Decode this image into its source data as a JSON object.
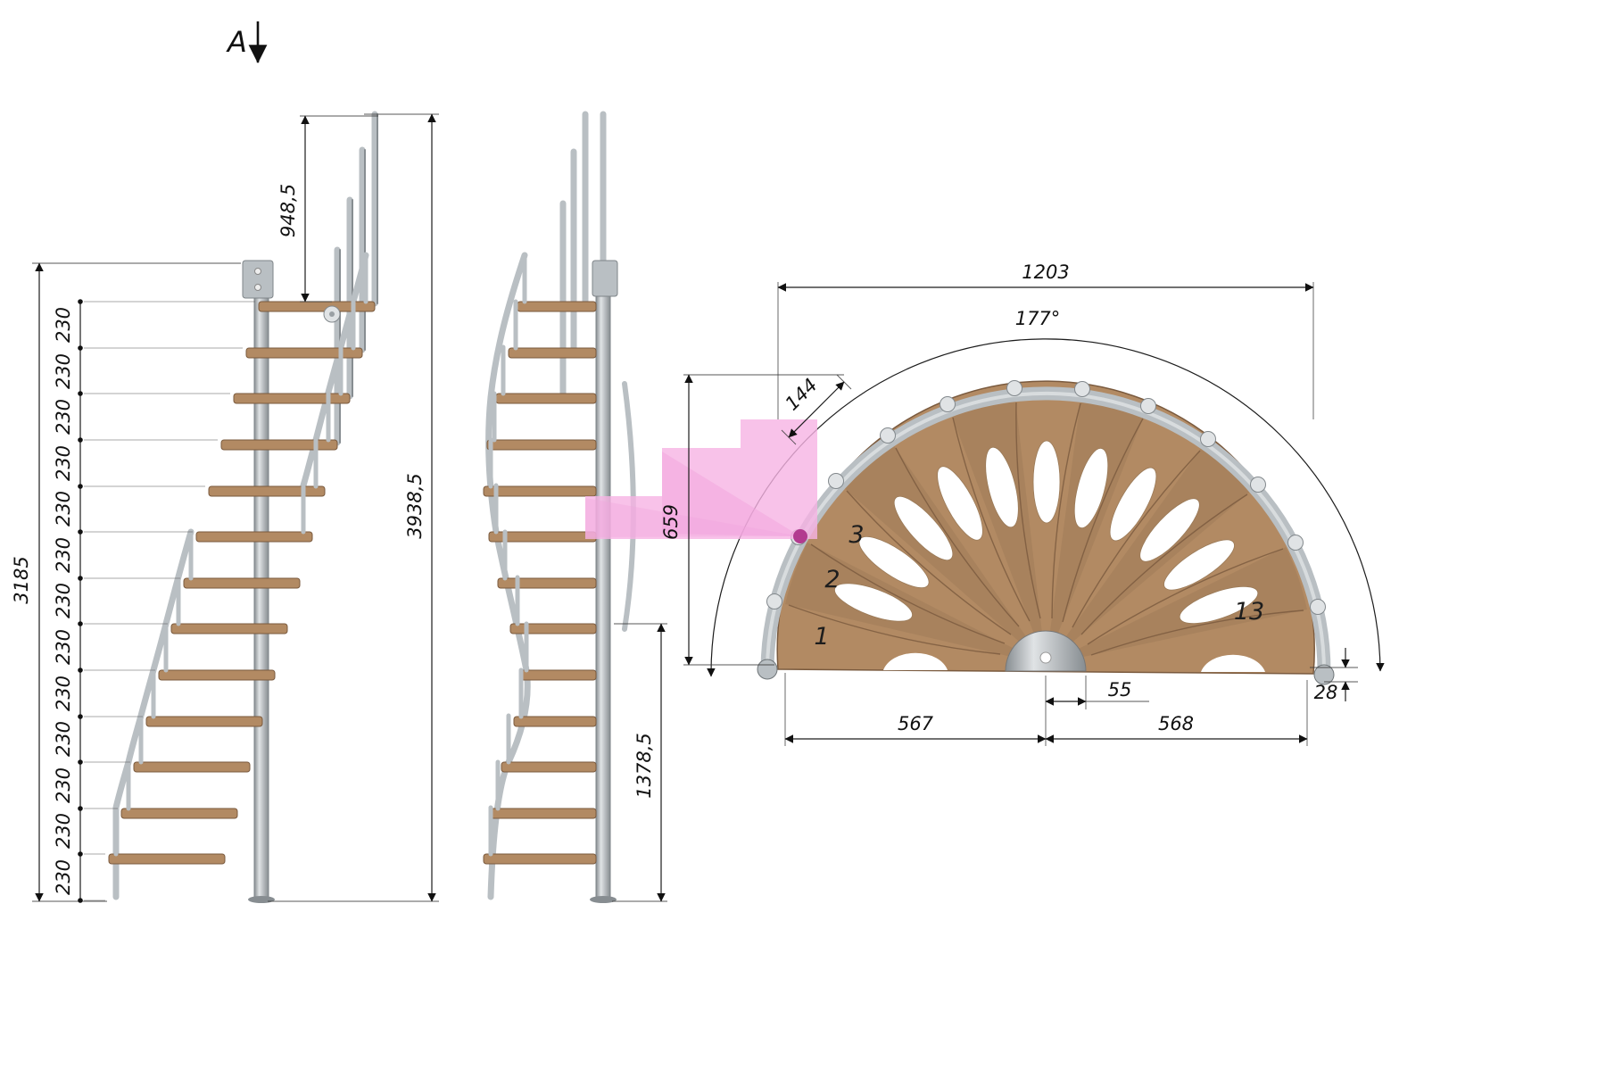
{
  "colors": {
    "wood": "#b28a63",
    "woodDark": "#7a5a3e",
    "woodLight": "#c9a57d",
    "steel": "#b9bfc3",
    "steelDark": "#878d91",
    "steelLight": "#e0e3e5",
    "pink": "#f6b3e3",
    "pinkMid": "#f2a3dd",
    "pinkDot": "#b23a8f",
    "line": "#1c1c1c"
  },
  "section": {
    "label": "A"
  },
  "elevation": {
    "total_height": "3185",
    "handrail_height": "948,5",
    "overall_height": "3938,5",
    "lower_height": "1378,5",
    "riser_labels": [
      "230",
      "230",
      "230",
      "230",
      "230",
      "230",
      "230",
      "230",
      "230",
      "230",
      "230",
      "230",
      "230"
    ]
  },
  "plan": {
    "width": "1203",
    "angle": "177°",
    "tread_width": "144",
    "depth": "659",
    "center_offset": "55",
    "edge_drop": "28",
    "left_span": "567",
    "right_span": "568",
    "step_numbers": [
      "1",
      "2",
      "3",
      "13"
    ]
  }
}
